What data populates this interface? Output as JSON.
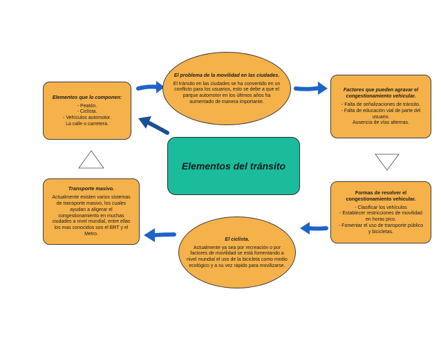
{
  "center": {
    "title": "Elementos del tránsito"
  },
  "nodes": {
    "problema": {
      "title": "El problema de la movilidad en las ciudades.",
      "lines": [
        "El tránsito en las ciudades se ha convertido en un",
        "conflicto para los usuarios, esto se debe a que el",
        "parque automotor en los últimos años ha",
        "aumentado de manera importante."
      ]
    },
    "factores": {
      "title_lines": [
        "Factores que pueden agravar el",
        "congestionamiento vehicular."
      ],
      "lines": [
        "- Falta de señalizaciones de tránsito.",
        "- Falta de educación vial de parte del",
        "usuario.",
        "Ausencia de vías alternas."
      ]
    },
    "formas": {
      "title_lines": [
        "Formas de resolver el",
        "congestionamiento vehicular."
      ],
      "lines": [
        "- Clasificar los vehículos",
        "- Establecer restricciones de movilidad",
        "en horas pico.",
        "- Fomentar el uso de transporte público",
        "y bicicletas."
      ]
    },
    "ciclista": {
      "title": "El ciclista.",
      "lines": [
        "Actualmente ya sea por recreación o por",
        "factores de movilidad se está fomentando a",
        "nivel mundial el uso de la bicicleta como medio",
        "ecológico y a su vez rápido para movilizarse."
      ]
    },
    "transporte": {
      "title": "Transporte masivo.",
      "lines": [
        "Actualmente existen varios sistemas",
        "de transporte masivo, los cuales",
        "ayudan a aligerar el",
        "congestionamiento en muchas",
        "ciudades a nivel mundial, entre ellas",
        "los mas conocidos son el BRT y el",
        "Metro."
      ]
    },
    "elementos": {
      "title": "Elementos que lo componen:",
      "lines": [
        "- Peatón.",
        "- Ciclista.",
        "- Vehículos automotor.",
        "La calle o carretera."
      ]
    }
  },
  "colors": {
    "node": "#f5b24a",
    "center": "#1abc9c",
    "arrow": "#1f63c8",
    "arrow_dark": "#1c4f96"
  }
}
